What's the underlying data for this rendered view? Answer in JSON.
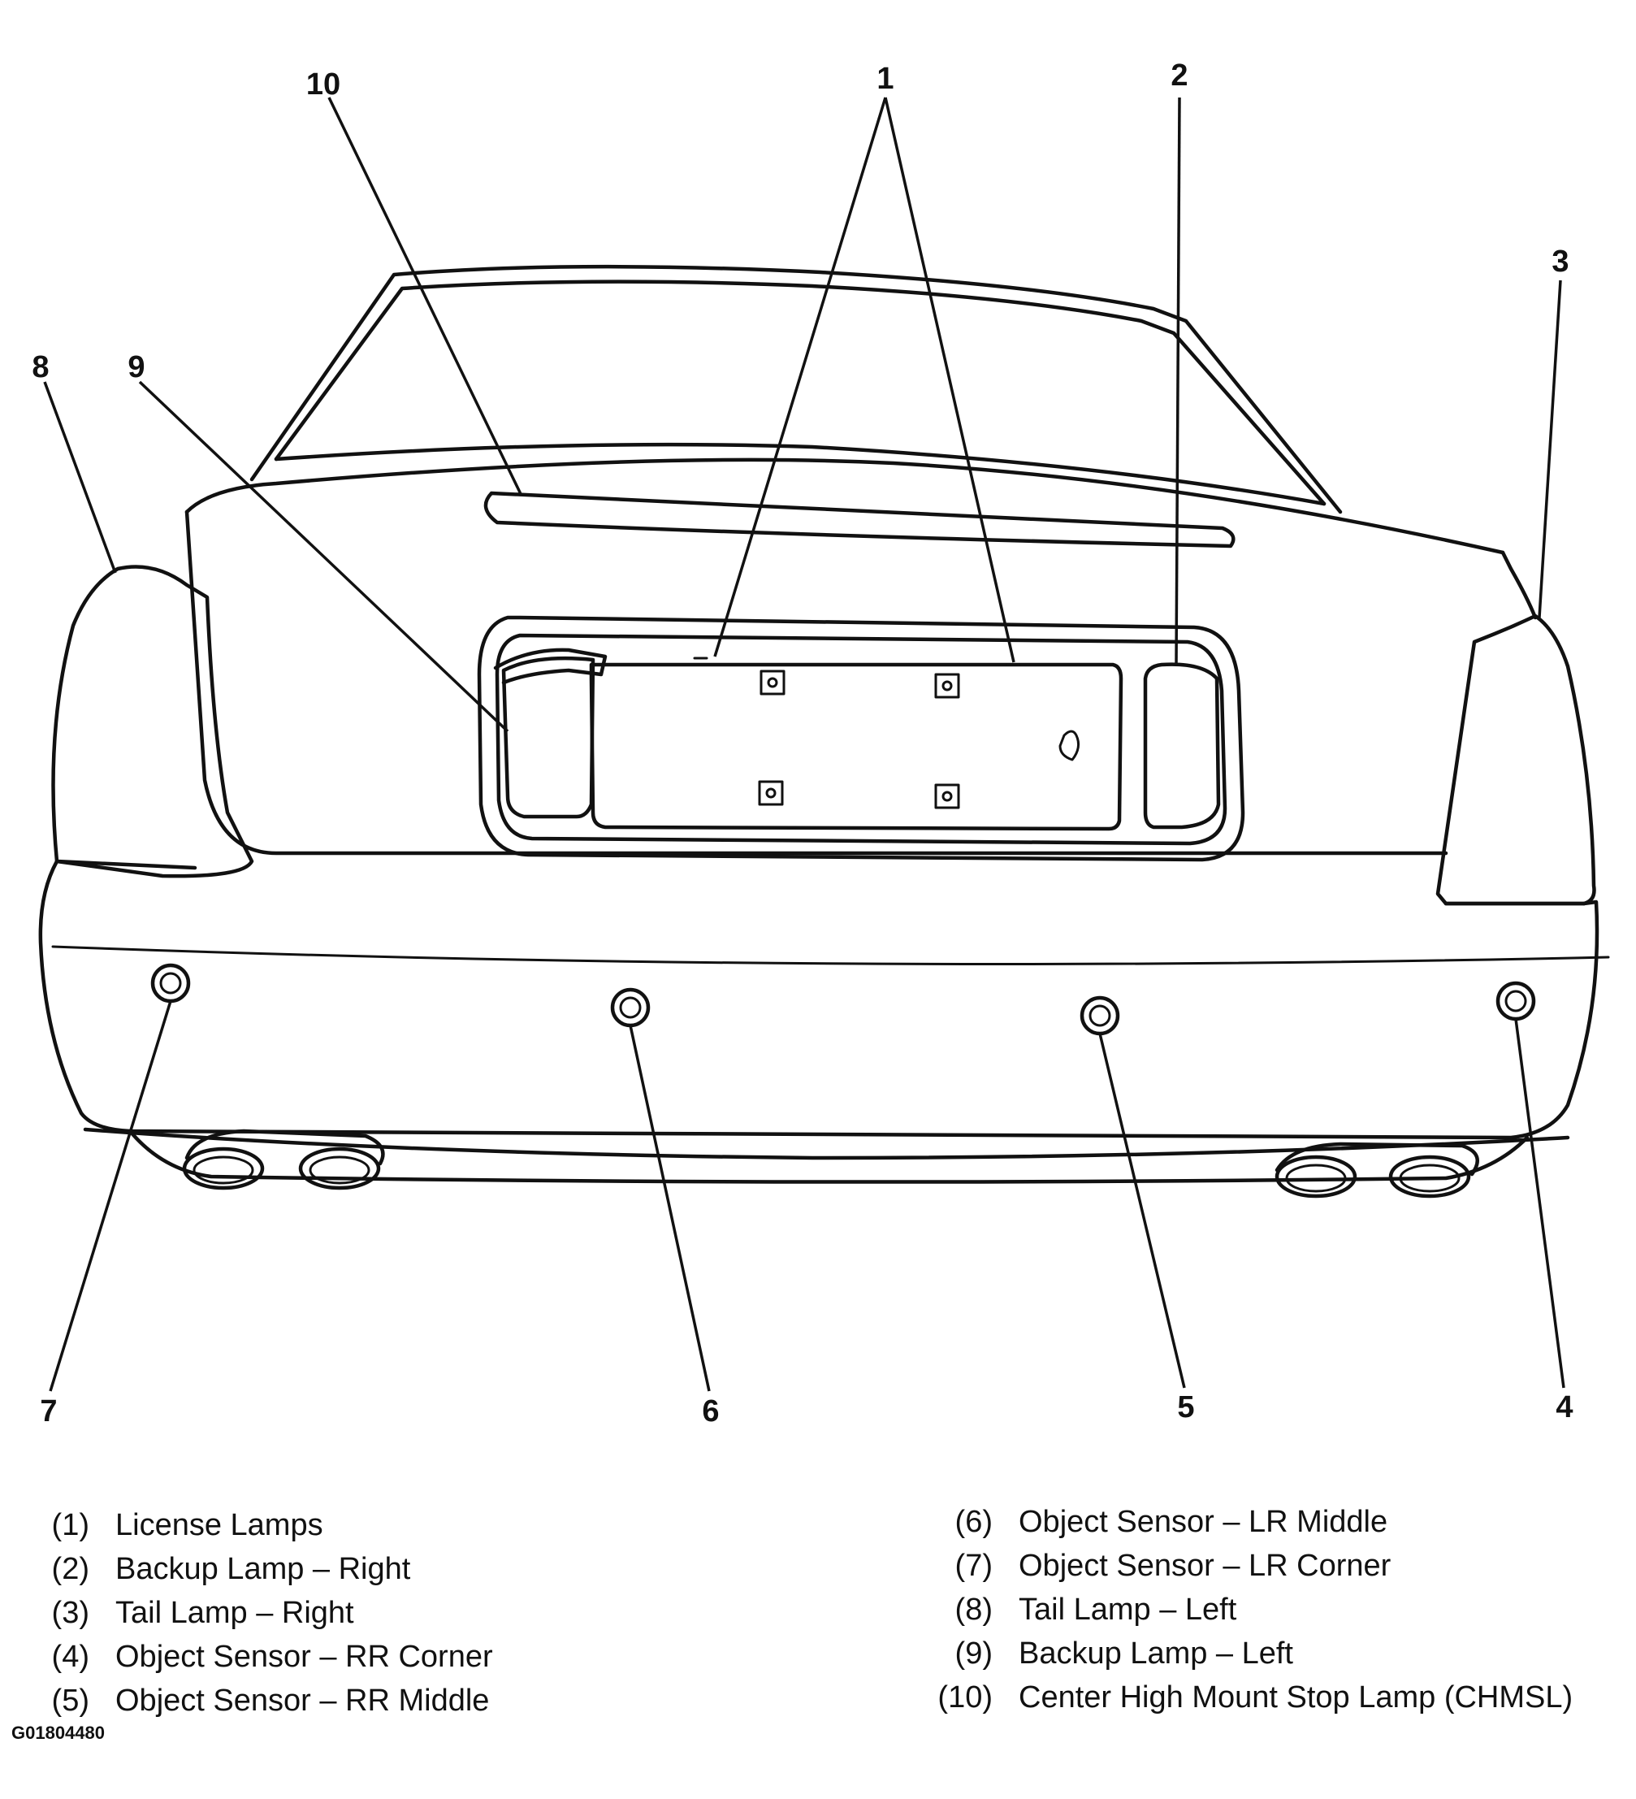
{
  "figure_id": "G01804480",
  "callout_numbers": [
    "1",
    "2",
    "3",
    "4",
    "5",
    "6",
    "7",
    "8",
    "9",
    "10"
  ],
  "legend": [
    {
      "index": "(1)",
      "label": "License Lamps"
    },
    {
      "index": "(2)",
      "label": "Backup Lamp – Right"
    },
    {
      "index": "(3)",
      "label": "Tail Lamp – Right"
    },
    {
      "index": "(4)",
      "label": "Object Sensor – RR Corner"
    },
    {
      "index": "(5)",
      "label": "Object Sensor – RR Middle"
    },
    {
      "index": "(6)",
      "label": "Object Sensor – LR Middle"
    },
    {
      "index": "(7)",
      "label": "Object Sensor – LR Corner"
    },
    {
      "index": "(8)",
      "label": "Tail Lamp – Left"
    },
    {
      "index": "(9)",
      "label": "Backup Lamp – Left"
    },
    {
      "index": "(10)",
      "label": "Center High Mount Stop Lamp (CHMSL)"
    }
  ]
}
